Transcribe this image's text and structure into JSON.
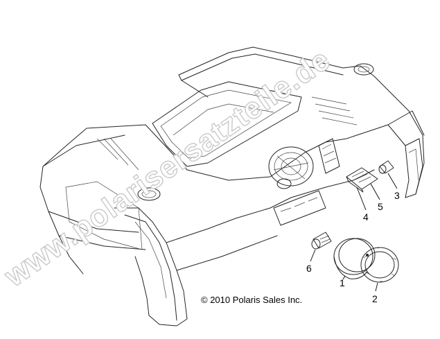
{
  "watermark": {
    "text": "www.polarisersatzteile.de"
  },
  "copyright": {
    "text": "© 2010 Polaris Sales Inc."
  },
  "callouts": [
    {
      "id": "1",
      "label": "1"
    },
    {
      "id": "2",
      "label": "2"
    },
    {
      "id": "3",
      "label": "3"
    },
    {
      "id": "4",
      "label": "4"
    },
    {
      "id": "5",
      "label": "5"
    },
    {
      "id": "6",
      "label": "6"
    }
  ]
}
